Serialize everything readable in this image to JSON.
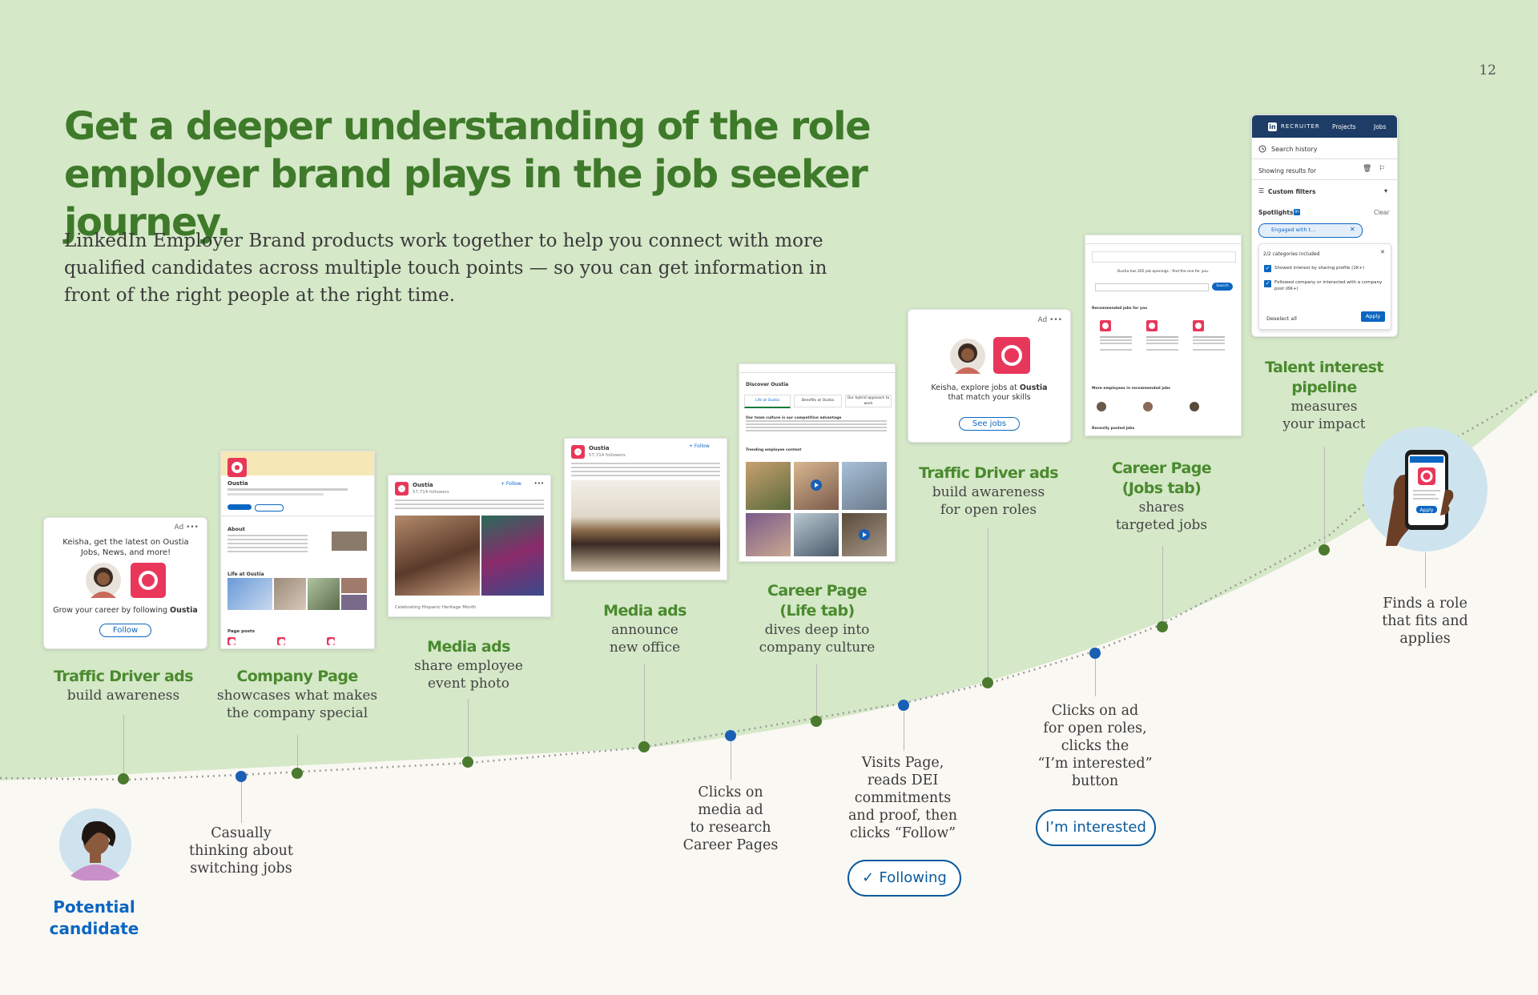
{
  "page_number": "12",
  "title_line1": "Get a deeper understanding of the role",
  "title_line2": "employer brand plays in the job seeker journey.",
  "subtitle": "LinkedIn Employer Brand products work together to help you connect with more qualified candidates across multiple touch points — so you can get information in front of the right people at the right time.",
  "colors": {
    "green_bg": "#d5e8c8",
    "green_dot": "#4a7a2e",
    "blue_dot": "#1a5fb4",
    "heading_green": "#4a8a2e",
    "brand_pink": "#e8375a",
    "linkedin_blue": "#0a66c2"
  },
  "start": {
    "label_line1": "Potential",
    "label_line2": "candidate",
    "icon": "person-avatar-icon"
  },
  "stages": [
    {
      "heading": "Traffic Driver ads",
      "desc": "build awareness"
    },
    {
      "heading": "Company Page",
      "desc1": "showcases what makes",
      "desc2": "the company special"
    },
    {
      "heading": "Media ads",
      "desc1": "share employee",
      "desc2": "event photo"
    },
    {
      "heading": "Media ads",
      "desc1": "announce",
      "desc2": "new office"
    },
    {
      "heading1": "Career Page",
      "heading2": "(Life tab)",
      "desc1": "dives deep into",
      "desc2": "company culture"
    },
    {
      "heading": "Traffic Driver ads",
      "desc1": "build awareness",
      "desc2": "for open roles"
    },
    {
      "heading1": "Career Page",
      "heading2": "(Jobs tab)",
      "desc1": "shares",
      "desc2": "targeted jobs"
    },
    {
      "heading1": "Talent interest",
      "heading2": "pipeline",
      "desc1": "measures",
      "desc2": "your impact"
    }
  ],
  "actions": [
    {
      "lines": [
        "Casually",
        "thinking about",
        "switching jobs"
      ]
    },
    {
      "lines": [
        "Clicks on",
        "media ad",
        "to research",
        "Career Pages"
      ]
    },
    {
      "lines": [
        "Visits Page,",
        "reads DEI",
        "commitments",
        "and proof, then",
        "clicks “Follow”"
      ],
      "button": "Following"
    },
    {
      "lines": [
        "Clicks on ad",
        "for open roles,",
        "clicks the",
        "“I’m interested”",
        "button"
      ],
      "button": "I’m interested"
    },
    {
      "lines": [
        "Finds a role",
        "that fits and",
        "applies"
      ]
    }
  ],
  "cards": {
    "ad1": {
      "ad_tag": "Ad",
      "headline": "Keisha, get the latest on Oustia Jobs, News, and more!",
      "grow_prefix": "Grow your career by following ",
      "company": "Oustia",
      "button": "Follow"
    },
    "company_page": {
      "name": "Oustia",
      "about": "About",
      "life": "Life at Oustia",
      "posts": "Page posts"
    },
    "media1": {
      "name": "Oustia",
      "followers": "57,714 followers",
      "follow": "+ Follow",
      "caption": "Celebrating Hispanic Heritage Month"
    },
    "media2": {
      "name": "Oustia",
      "followers": "57,714 followers",
      "follow": "+ Follow"
    },
    "life_tab": {
      "header": "Discover Oustia",
      "tabs": [
        "Life at Oustia",
        "Benefits at Oustia",
        "Our hybrid approach to work"
      ],
      "culture": "Our team culture is our competitive advantage",
      "trending": "Trending employee content"
    },
    "ad2": {
      "ad_tag": "Ad",
      "line1": "Keisha, explore jobs at ",
      "company": "Oustia",
      "line2": "that match your skills",
      "button": "See jobs"
    },
    "jobs_tab": {
      "headline": "Oustia has 265 job openings - find the one for you.",
      "search": "Search",
      "rec": "Recommended jobs for you",
      "more": "More employees in recommended jobs",
      "recent": "Recently posted jobs"
    },
    "recruiter": {
      "brand": "RECRUITER",
      "nav1": "Projects",
      "nav2": "Jobs",
      "search_history": "Search history",
      "showing": "Showing results for",
      "custom_filters": "Custom filters",
      "spotlights": "Spotlights",
      "clear": "Clear",
      "chip": "Engaged with t...",
      "categories": "2/2 categories included",
      "opt1": "Showed interest by sharing profile (1K+)",
      "opt2": "Followed company or interacted with a company post (6K+)",
      "deselect": "Deselect all",
      "apply": "Apply"
    },
    "phone": {
      "apply": "Apply"
    }
  }
}
